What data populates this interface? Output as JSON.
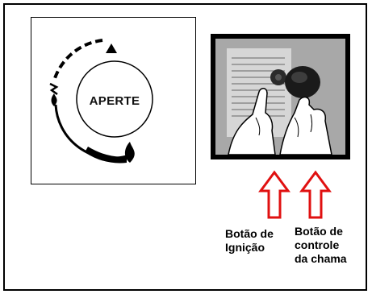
{
  "dial": {
    "button_text": "APERTE",
    "icons": [
      "pilot-spark-icon",
      "small-flame-icon",
      "large-flame-icon",
      "off-marker-triangle-icon"
    ]
  },
  "photo": {
    "description_icon": "hands-pressing-knobs-illustration"
  },
  "labels": {
    "ignition": {
      "line1": "Botão de",
      "line2": "Ignição"
    },
    "flame_control": {
      "line1": "Botão de",
      "line2": "controle",
      "line3": "da chama"
    }
  },
  "colors": {
    "arrow": "#e01010",
    "frame": "#000000",
    "photo_bg": "#a8a8a8"
  }
}
